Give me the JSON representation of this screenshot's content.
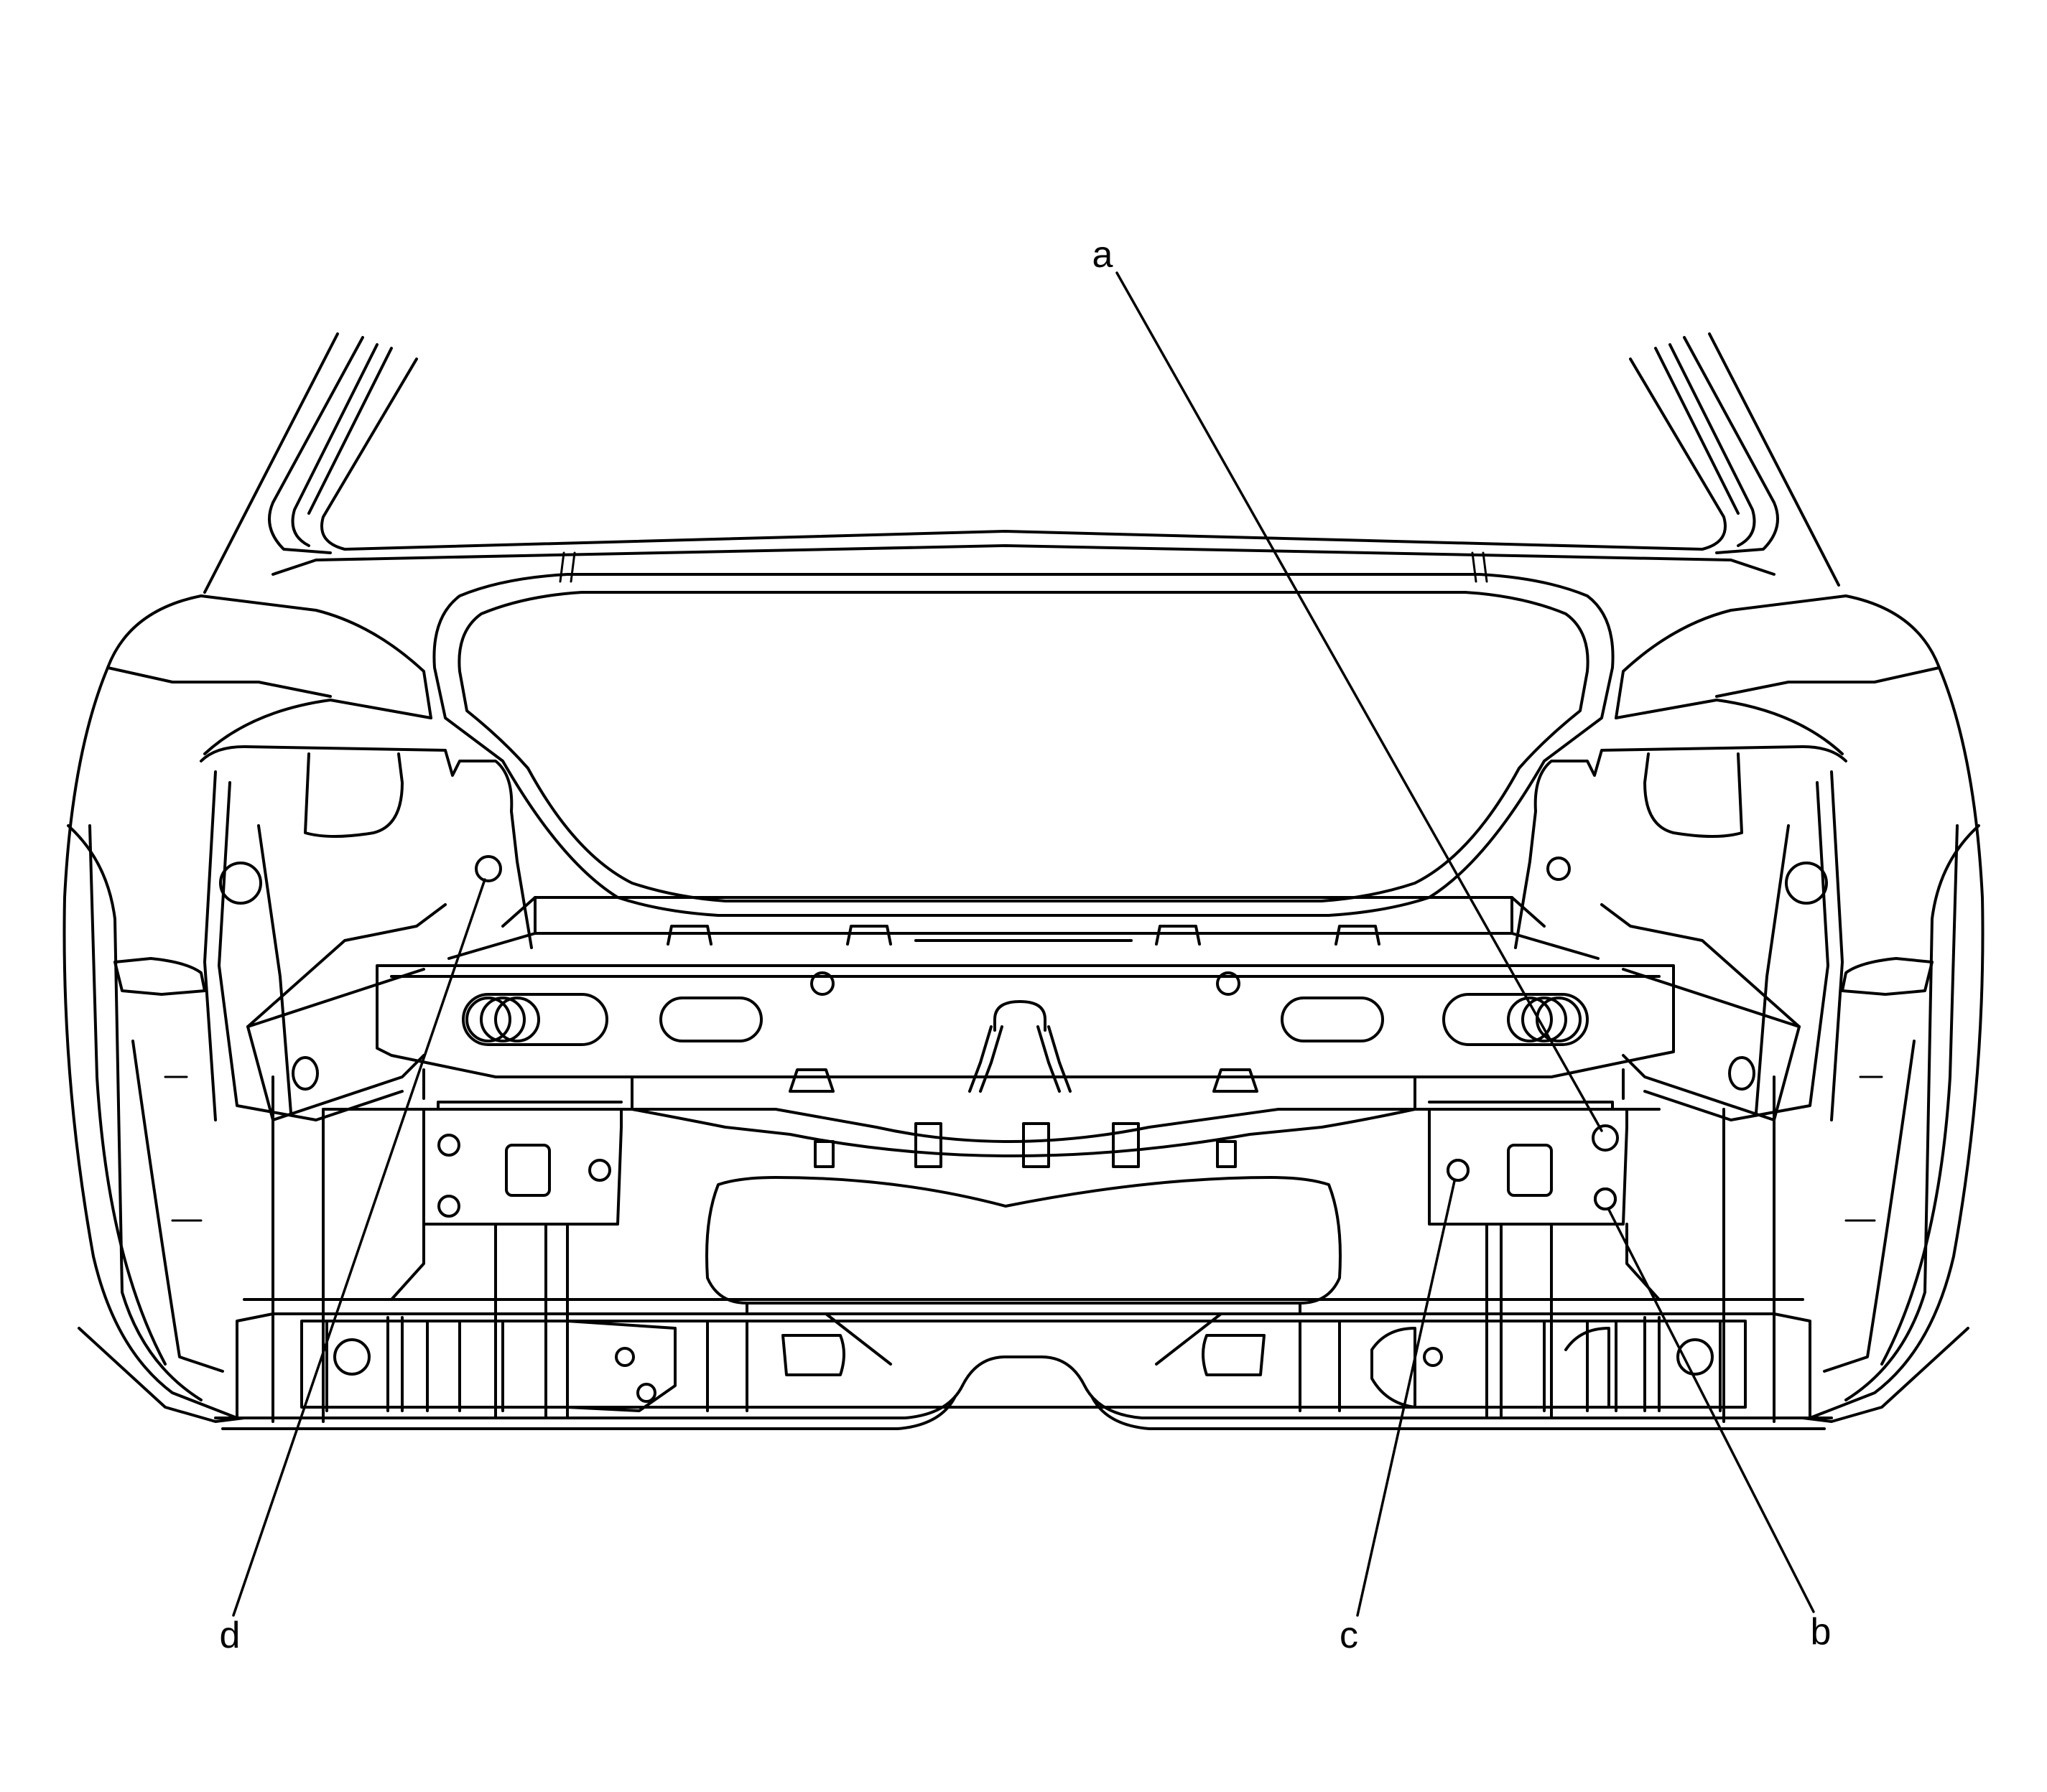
{
  "callouts": {
    "a": "a",
    "b": "b",
    "c": "c",
    "d": "d"
  }
}
